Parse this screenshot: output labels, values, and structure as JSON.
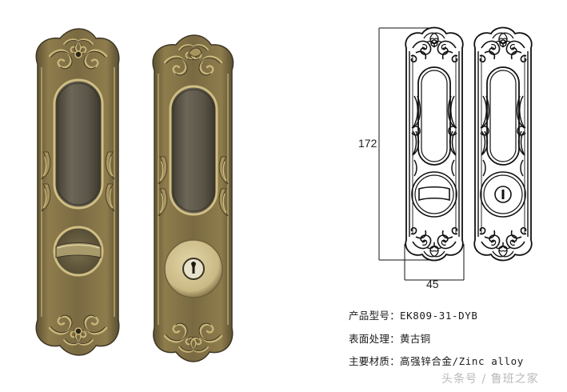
{
  "photos": [
    {
      "name": "privacy-lock-plate",
      "feature": "thumbturn"
    },
    {
      "name": "key-lock-plate",
      "feature": "keyhole"
    }
  ],
  "colors": {
    "brass_base": "#7a6a42",
    "brass_highlight": "#c9b77a",
    "brass_dark": "#4e4430",
    "recess": "#5c5648",
    "cylinder": "#d9cc9c",
    "line_drawing": "#111111"
  },
  "drawing": {
    "height_label": "172",
    "width_label": "45"
  },
  "specs": [
    {
      "label": "产品型号：",
      "value": "EK809-31-DYB"
    },
    {
      "label": "表面处理：",
      "value": "黄古铜"
    },
    {
      "label": "主要材质：",
      "value": "高强锌合金/Zinc alloy"
    }
  ],
  "watermark": "头条号 / 鲁班之家"
}
